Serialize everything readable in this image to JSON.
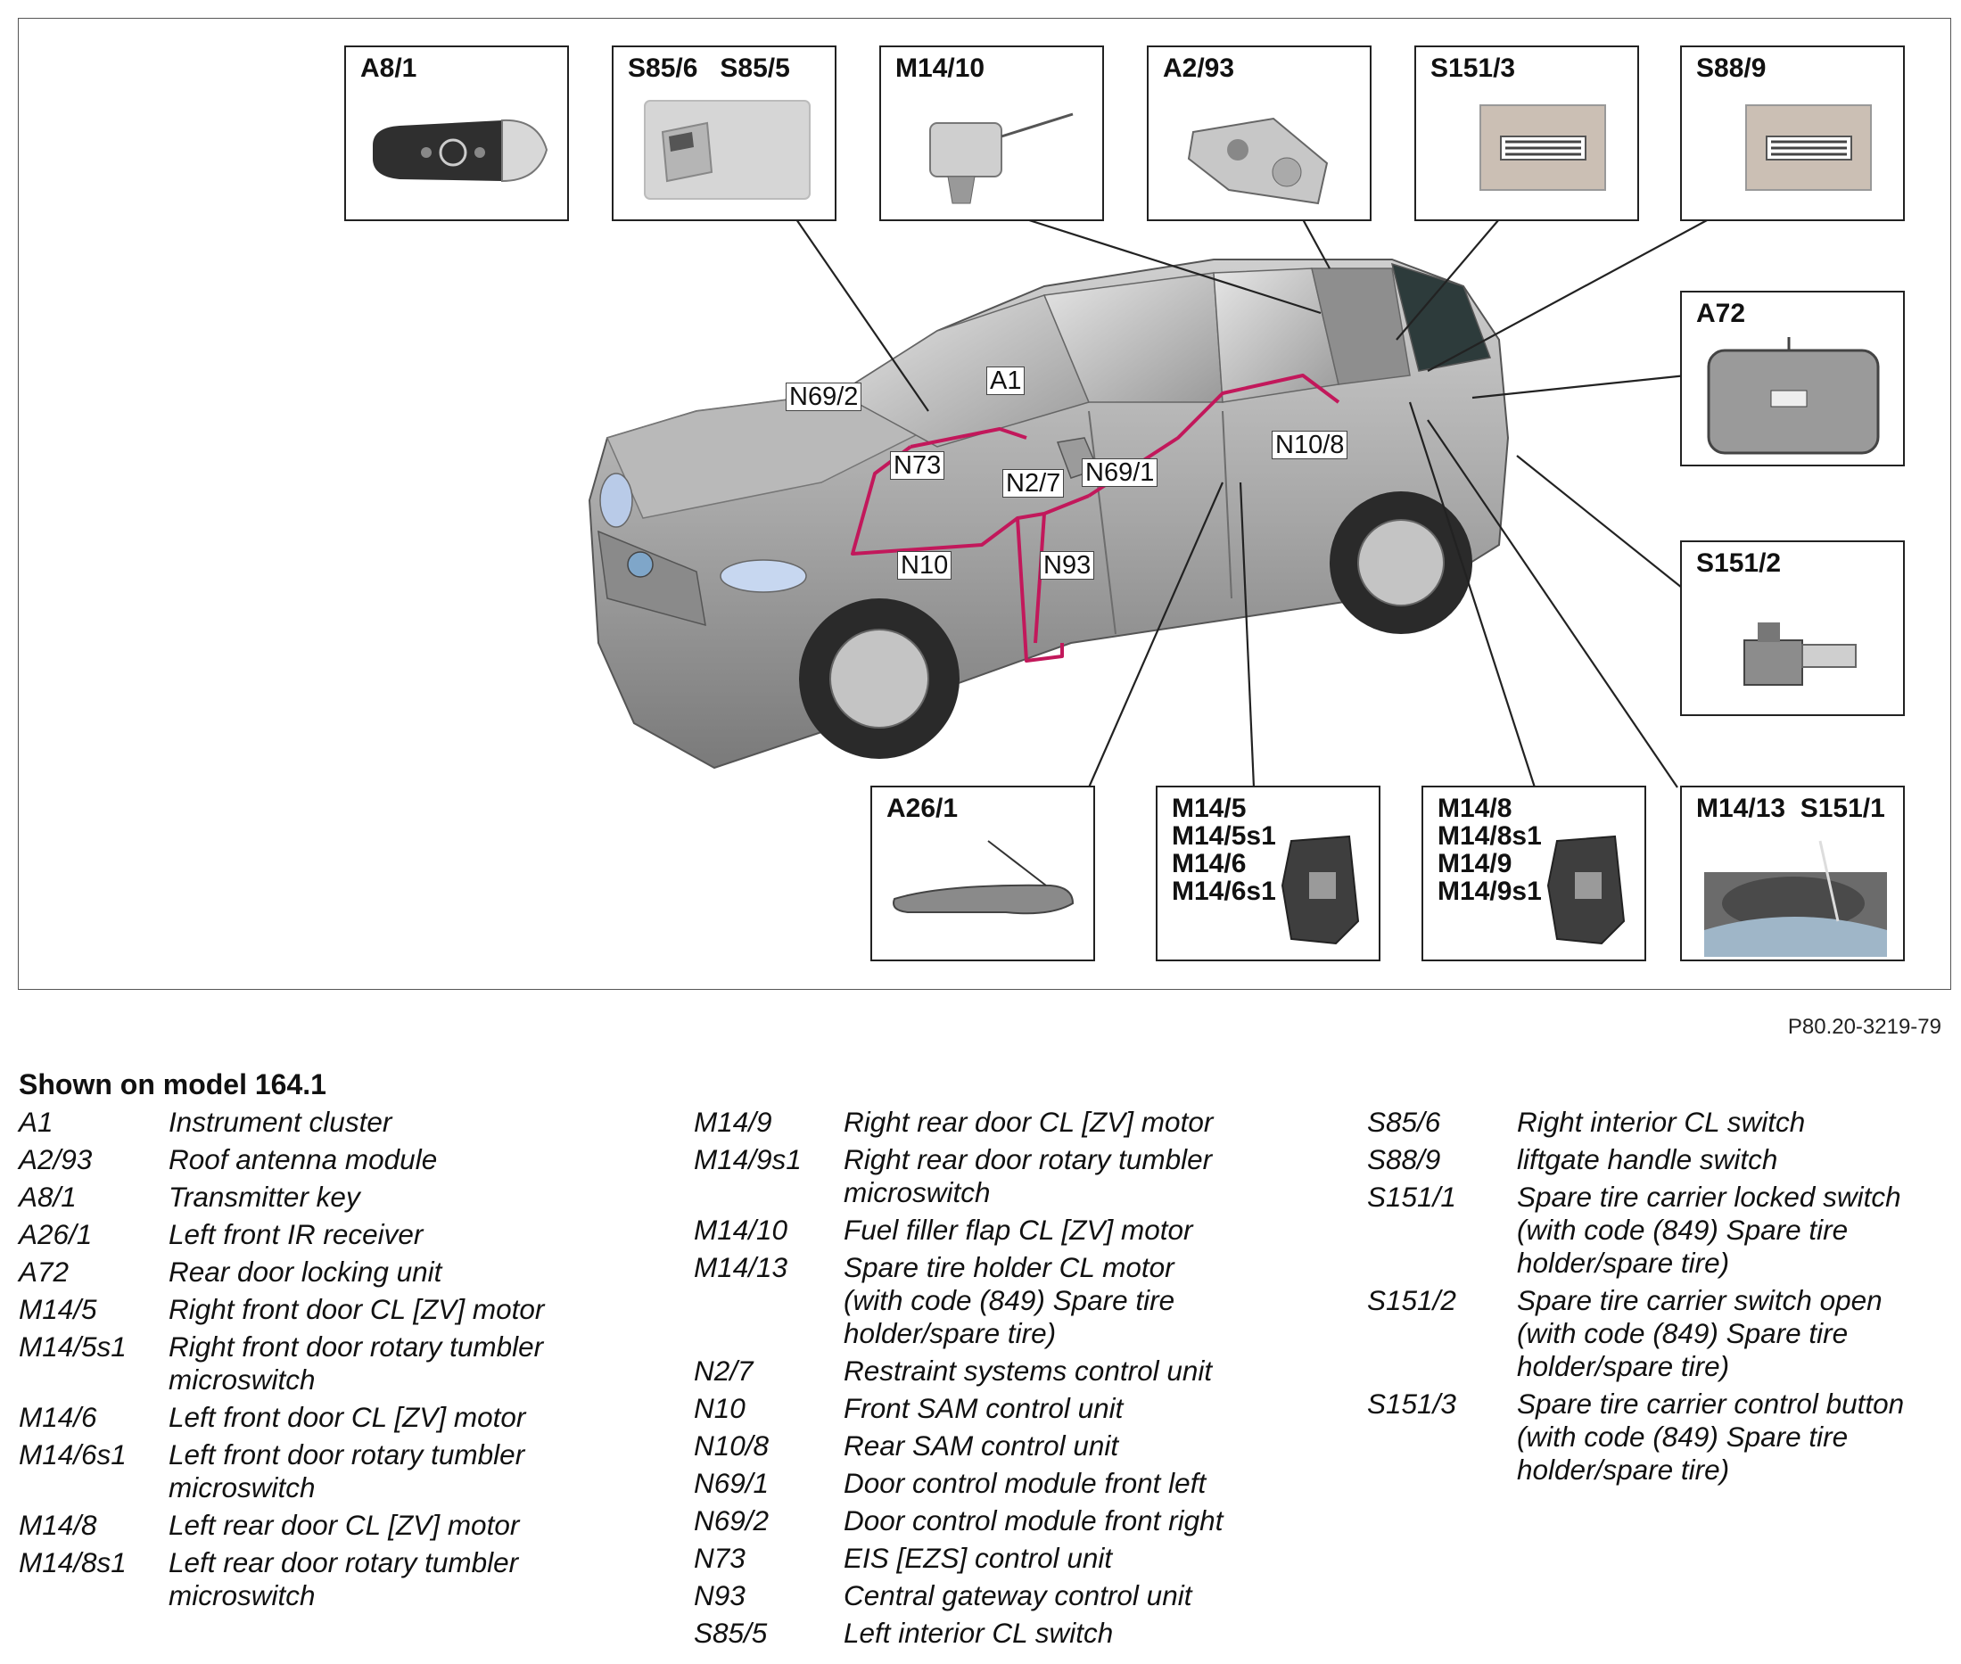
{
  "figure_code": "P80.20-3219-79",
  "legend_heading": "Shown on model 164.1",
  "component_boxes": [
    {
      "id": "A8/1",
      "lines": [
        "A8/1"
      ],
      "part": "key"
    },
    {
      "id": "S85/6-S85/5",
      "lines": [
        "S85/6   S85/5"
      ],
      "part": "interior-switch"
    },
    {
      "id": "M14/10",
      "lines": [
        "M14/10"
      ],
      "part": "filler-motor"
    },
    {
      "id": "A2/93",
      "lines": [
        "A2/93"
      ],
      "part": "antenna-module"
    },
    {
      "id": "S151/3",
      "lines": [
        "S151/3"
      ],
      "part": "button"
    },
    {
      "id": "S88/9",
      "lines": [
        "S88/9"
      ],
      "part": "button"
    },
    {
      "id": "A72",
      "lines": [
        "A72"
      ],
      "part": "lock-unit"
    },
    {
      "id": "S151/2",
      "lines": [
        "S151/2"
      ],
      "part": "microswitch"
    },
    {
      "id": "A26/1",
      "lines": [
        "A26/1"
      ],
      "part": "door-handle"
    },
    {
      "id": "M14/5-group",
      "lines": [
        "M14/5",
        "M14/5s1",
        "M14/6",
        "M14/6s1"
      ],
      "part": "door-lock"
    },
    {
      "id": "M14/8-group",
      "lines": [
        "M14/8",
        "M14/8s1",
        "M14/9",
        "M14/9s1"
      ],
      "part": "door-lock"
    },
    {
      "id": "M14/13-S151/1",
      "lines": [
        "M14/13  S151/1"
      ],
      "part": "spare-tire"
    }
  ],
  "car_callouts": [
    "N69/2",
    "A1",
    "N73",
    "N2/7",
    "N69/1",
    "N10/8",
    "N10",
    "N93"
  ],
  "legend_columns": [
    [
      {
        "code": "A1",
        "desc": [
          "Instrument cluster"
        ]
      },
      {
        "code": "A2/93",
        "desc": [
          "Roof antenna module"
        ]
      },
      {
        "code": "A8/1",
        "desc": [
          "Transmitter key"
        ]
      },
      {
        "code": "A26/1",
        "desc": [
          "Left front IR receiver"
        ]
      },
      {
        "code": "A72",
        "desc": [
          "Rear door locking unit"
        ]
      },
      {
        "code": "M14/5",
        "desc": [
          "Right front door CL [ZV] motor"
        ]
      },
      {
        "code": "M14/5s1",
        "desc": [
          "Right front door rotary tumbler",
          "microswitch"
        ]
      },
      {
        "code": "M14/6",
        "desc": [
          "Left front door CL [ZV] motor"
        ]
      },
      {
        "code": "M14/6s1",
        "desc": [
          "Left front door rotary tumbler",
          "microswitch"
        ]
      },
      {
        "code": "M14/8",
        "desc": [
          "Left rear door CL [ZV] motor"
        ]
      },
      {
        "code": "M14/8s1",
        "desc": [
          "Left rear door rotary tumbler",
          "microswitch"
        ]
      }
    ],
    [
      {
        "code": "M14/9",
        "desc": [
          "Right rear door CL [ZV] motor"
        ]
      },
      {
        "code": "M14/9s1",
        "desc": [
          "Right rear door rotary tumbler",
          "microswitch"
        ]
      },
      {
        "code": "M14/10",
        "desc": [
          "Fuel filler flap CL [ZV] motor"
        ]
      },
      {
        "code": "M14/13",
        "desc": [
          "Spare tire holder CL motor",
          "(with code (849) Spare tire",
          "holder/spare tire)"
        ]
      },
      {
        "code": "N2/7",
        "desc": [
          "Restraint systems control unit"
        ]
      },
      {
        "code": "N10",
        "desc": [
          "Front SAM control unit"
        ]
      },
      {
        "code": "N10/8",
        "desc": [
          "Rear SAM control unit"
        ]
      },
      {
        "code": "N69/1",
        "desc": [
          "Door control module front left"
        ]
      },
      {
        "code": "N69/2",
        "desc": [
          "Door control module front right"
        ]
      },
      {
        "code": "N73",
        "desc": [
          "EIS [EZS] control unit"
        ]
      },
      {
        "code": "N93",
        "desc": [
          "Central gateway control unit"
        ]
      },
      {
        "code": "S85/5",
        "desc": [
          "Left interior CL switch"
        ]
      }
    ],
    [
      {
        "code": "S85/6",
        "desc": [
          "Right interior CL switch"
        ]
      },
      {
        "code": "S88/9",
        "desc": [
          "liftgate handle switch"
        ]
      },
      {
        "code": "S151/1",
        "desc": [
          "Spare tire carrier locked switch",
          "(with code (849) Spare tire",
          "holder/spare tire)"
        ]
      },
      {
        "code": "S151/2",
        "desc": [
          "Spare tire carrier switch open",
          "(with code (849) Spare tire",
          "holder/spare tire)"
        ]
      },
      {
        "code": "S151/3",
        "desc": [
          "Spare tire carrier control button",
          "(with code (849) Spare tire",
          "holder/spare tire)"
        ]
      }
    ]
  ],
  "colors": {
    "wiring": "#c2185b",
    "car_body": "#a9a9a9",
    "box_border": "#222222"
  }
}
